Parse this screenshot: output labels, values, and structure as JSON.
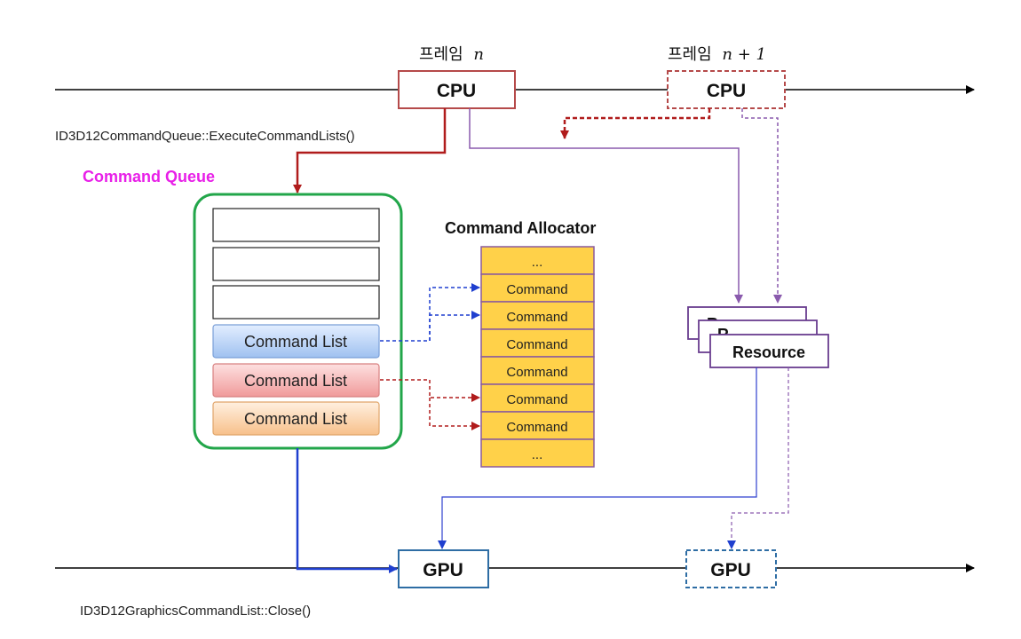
{
  "frames": {
    "frame_n_prefix": "프레임",
    "frame_n_var": "n",
    "frame_n1_prefix": "프레임",
    "frame_n1_var": "n + 1"
  },
  "cpu_label": "CPU",
  "gpu_label": "GPU",
  "execute_call": "ID3D12CommandQueue::ExecuteCommandLists()",
  "close_call": "ID3D12GraphicsCommandList::Close()",
  "command_queue": {
    "title": "Command Queue",
    "lists": [
      "Command List",
      "Command List",
      "Command List"
    ]
  },
  "command_allocator": {
    "title": "Command Allocator",
    "cells": [
      "...",
      "Command",
      "Command",
      "Command",
      "Command",
      "Command",
      "Command",
      "..."
    ]
  },
  "resource": {
    "back_label_1": "R",
    "back_label_2": "R",
    "front_label": "Resource"
  },
  "colors": {
    "cpu_border": "#b54a4a",
    "gpu_border": "#2e6da4",
    "queue_border": "#22a64a",
    "command_queue_title": "#e81fe8",
    "allocator_fill": "#ffd149",
    "allocator_border": "#8a5a9e",
    "resource_border": "#6a3d8f",
    "red_arrow": "#b01c1c",
    "blue_arrow": "#1f3fcf",
    "purple_arrow": "#8a5aad"
  }
}
